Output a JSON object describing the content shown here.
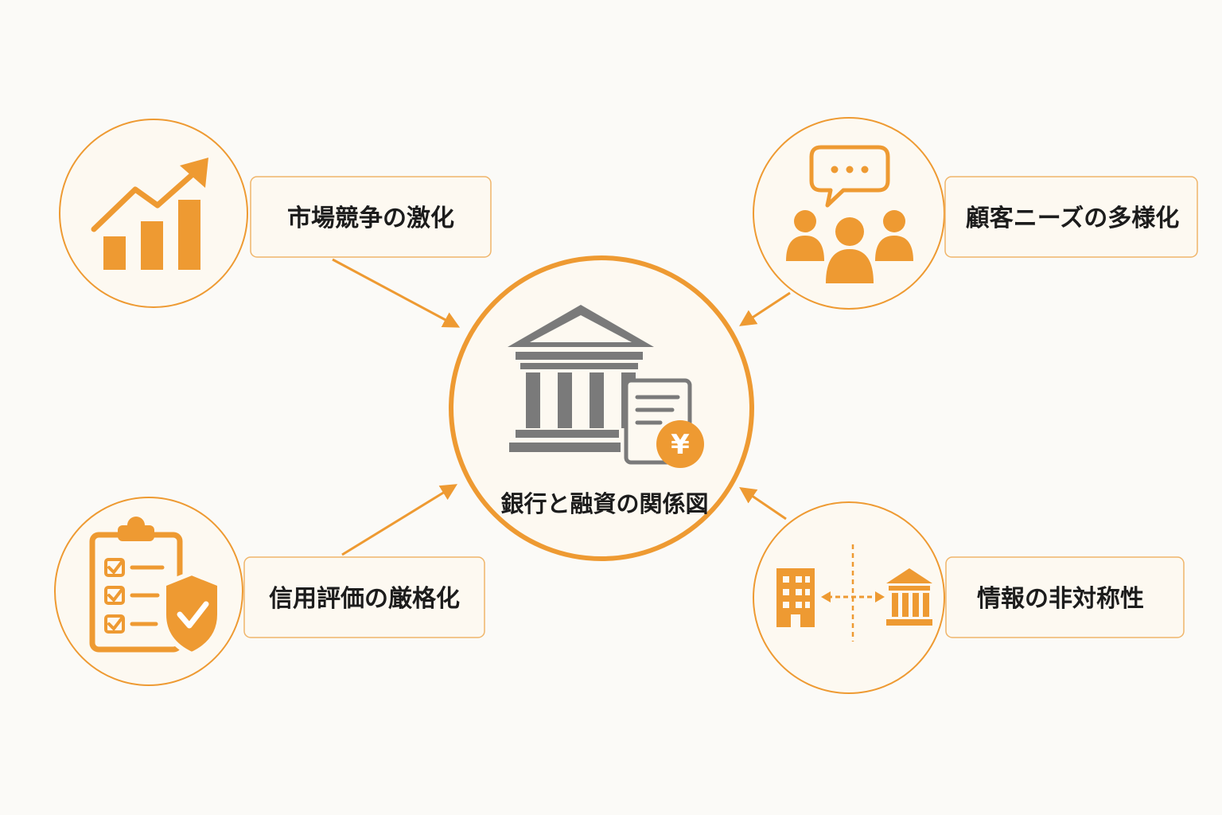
{
  "center": {
    "label": "銀行と融資の関係図",
    "icon": "bank-building-with-yen-document-icon",
    "yen_symbol": "¥"
  },
  "factors": [
    {
      "label": "市場競争の激化",
      "icon": "growth-chart-icon"
    },
    {
      "label": "顧客ニーズの多様化",
      "icon": "customers-speech-bubble-icon"
    },
    {
      "label": "信用評価の厳格化",
      "icon": "checklist-shield-icon"
    },
    {
      "label": "情報の非対称性",
      "icon": "office-bank-exchange-icon"
    }
  ],
  "colors": {
    "accent": "#ee9a32",
    "icon_gray": "#7a7a7a",
    "background": "#fbfaf7",
    "node_fill": "#fdf9f1"
  }
}
